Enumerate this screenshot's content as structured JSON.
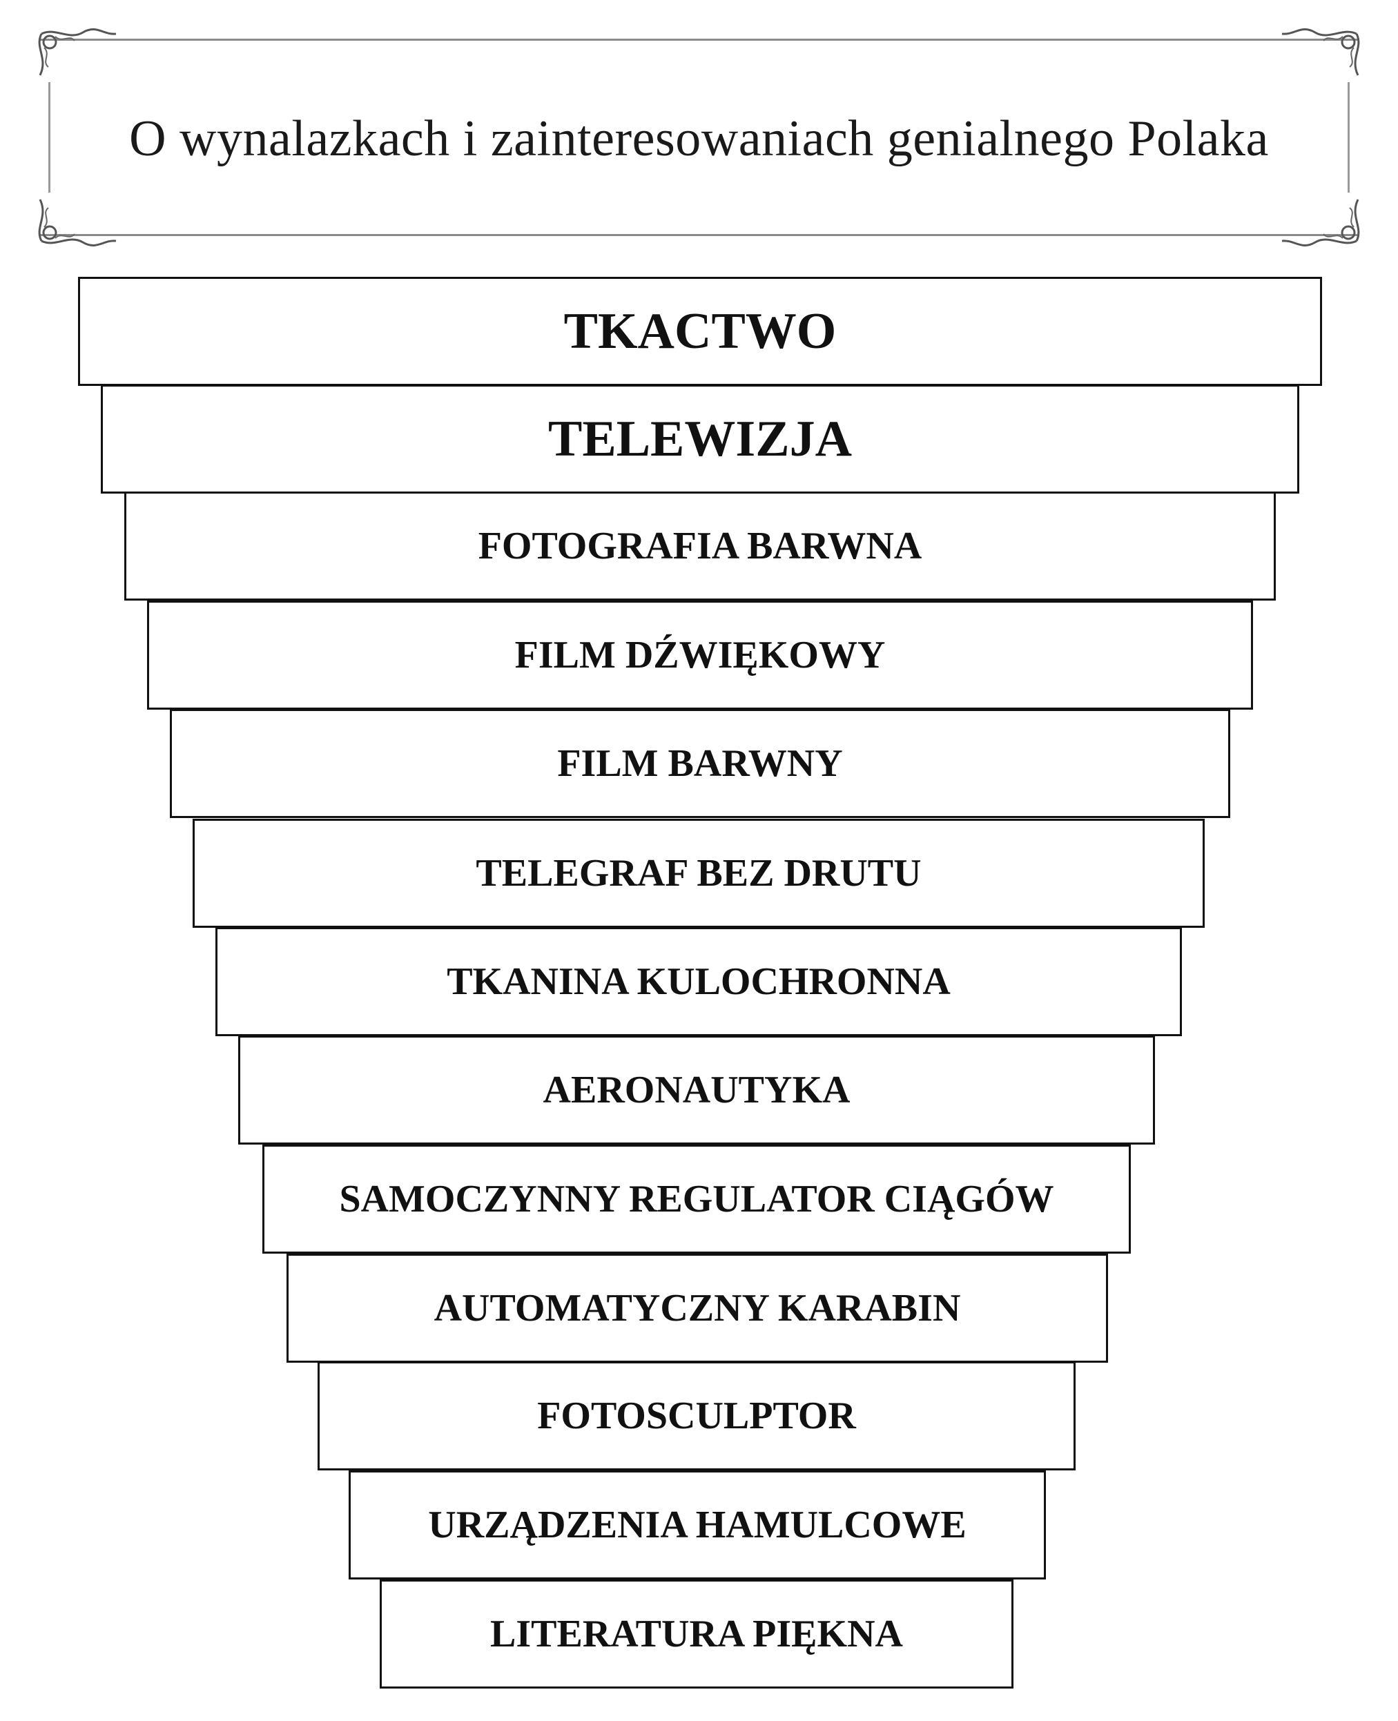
{
  "title": "O wynalazkach i zainteresowaniach genialnego Polaka",
  "items": [
    "TKACTWO",
    "TELEWIZJA",
    "FOTOGRAFIA BARWNA",
    "FILM DŹWIĘKOWY",
    "FILM BARWNY",
    "TELEGRAF BEZ DRUTU",
    "TKANINA KULOCHRONNA",
    "AERONAUTYKA",
    "SAMOCZYNNY REGULATOR CIĄGÓW",
    "AUTOMATYCZNY KARABIN",
    "FOTOSCULPTOR",
    "URZĄDZENIA HAMULCOWE",
    "LITERATURA PIĘKNA"
  ]
}
